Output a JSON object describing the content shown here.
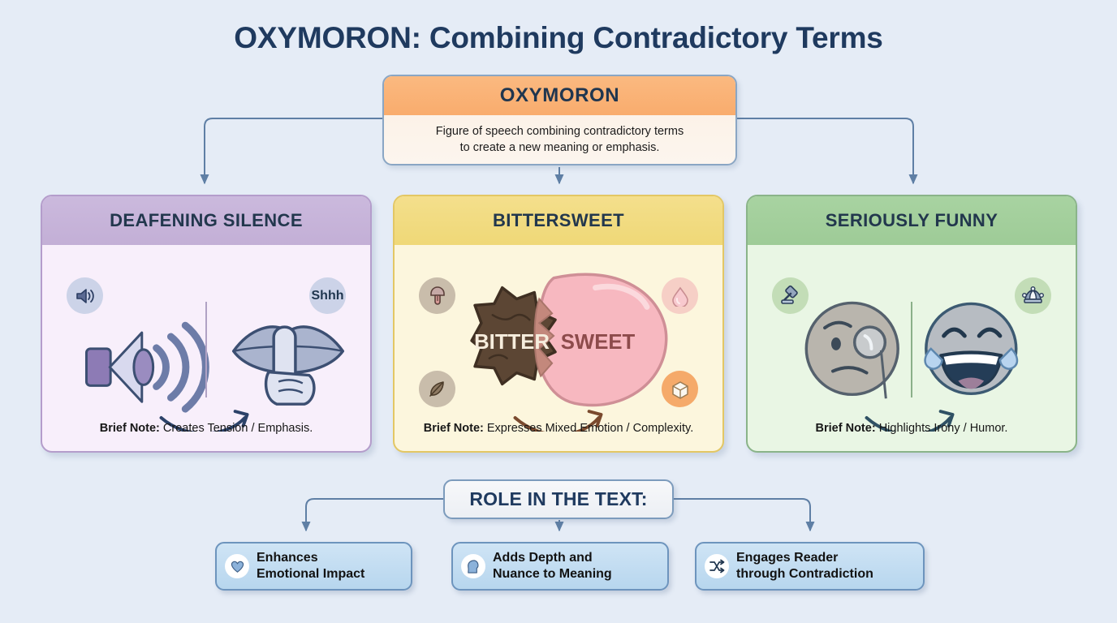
{
  "page": {
    "title": "OXYMORON: Combining Contradictory Terms",
    "background_color": "#e5ecf6",
    "title_color": "#1f3a5f"
  },
  "root": {
    "name": "OXYMORON",
    "description_line1": "Figure of speech combining contradictory terms",
    "description_line2": "to create a new meaning or emphasis.",
    "header_color": "#f9ac6d",
    "body_color": "#fdf0e3"
  },
  "cards": [
    {
      "title": "DEAFENING SILENCE",
      "note_label": "Brief Note:",
      "note_text": "Creates Tension / Emphasis.",
      "header_color": "#c6b4d8",
      "body_color": "#f8effb",
      "border_color": "#b49dcb",
      "badges": [
        {
          "position": "top-left",
          "icon": "speaker-loud-icon",
          "label": ""
        },
        {
          "position": "top-right",
          "icon": "shhh-text-badge",
          "label": "Shhh"
        }
      ],
      "left_figure": "loudspeaker-icon",
      "right_figure": "shushing-lips-finger-icon"
    },
    {
      "title": "BITTERSWEET",
      "note_label": "Brief Note:",
      "note_text": "Expresses Mixed Emotion / Complexity.",
      "header_color": "#efd877",
      "body_color": "#fcf6dd",
      "border_color": "#e3c764",
      "badges": [
        {
          "position": "top-left",
          "icon": "tongue-icon",
          "label": ""
        },
        {
          "position": "bottom-left",
          "icon": "leaf-icon",
          "label": ""
        },
        {
          "position": "top-right",
          "icon": "droplet-icon",
          "label": ""
        },
        {
          "position": "bottom-right",
          "icon": "sugar-cube-icon",
          "label": ""
        }
      ],
      "left_figure_label": "BITTER",
      "right_figure_label": "SWEET",
      "left_figure": "bitter-burst-shape",
      "right_figure": "sweet-blob-shape"
    },
    {
      "title": "SERIOUSLY FUNNY",
      "note_label": "Brief Note:",
      "note_text": "Highlights Irony / Humor.",
      "header_color": "#9ecb97",
      "body_color": "#e9f6e4",
      "border_color": "#8ab489",
      "badges": [
        {
          "position": "top-left",
          "icon": "gavel-icon",
          "label": ""
        },
        {
          "position": "top-right",
          "icon": "jester-hat-icon",
          "label": ""
        }
      ],
      "left_figure": "monocle-serious-face-icon",
      "right_figure": "laughing-tears-face-icon"
    }
  ],
  "role_section": {
    "heading": "ROLE IN THE TEXT:",
    "items": [
      {
        "icon": "heart-icon",
        "label": "Enhances\nEmotional Impact"
      },
      {
        "icon": "head-profile-icon",
        "label": "Adds Depth and\nNuance to Meaning"
      },
      {
        "icon": "shuffle-arrows-icon",
        "label": "Engages Reader\nthrough Contradiction"
      }
    ]
  },
  "connector_color": "#5f7fa5"
}
